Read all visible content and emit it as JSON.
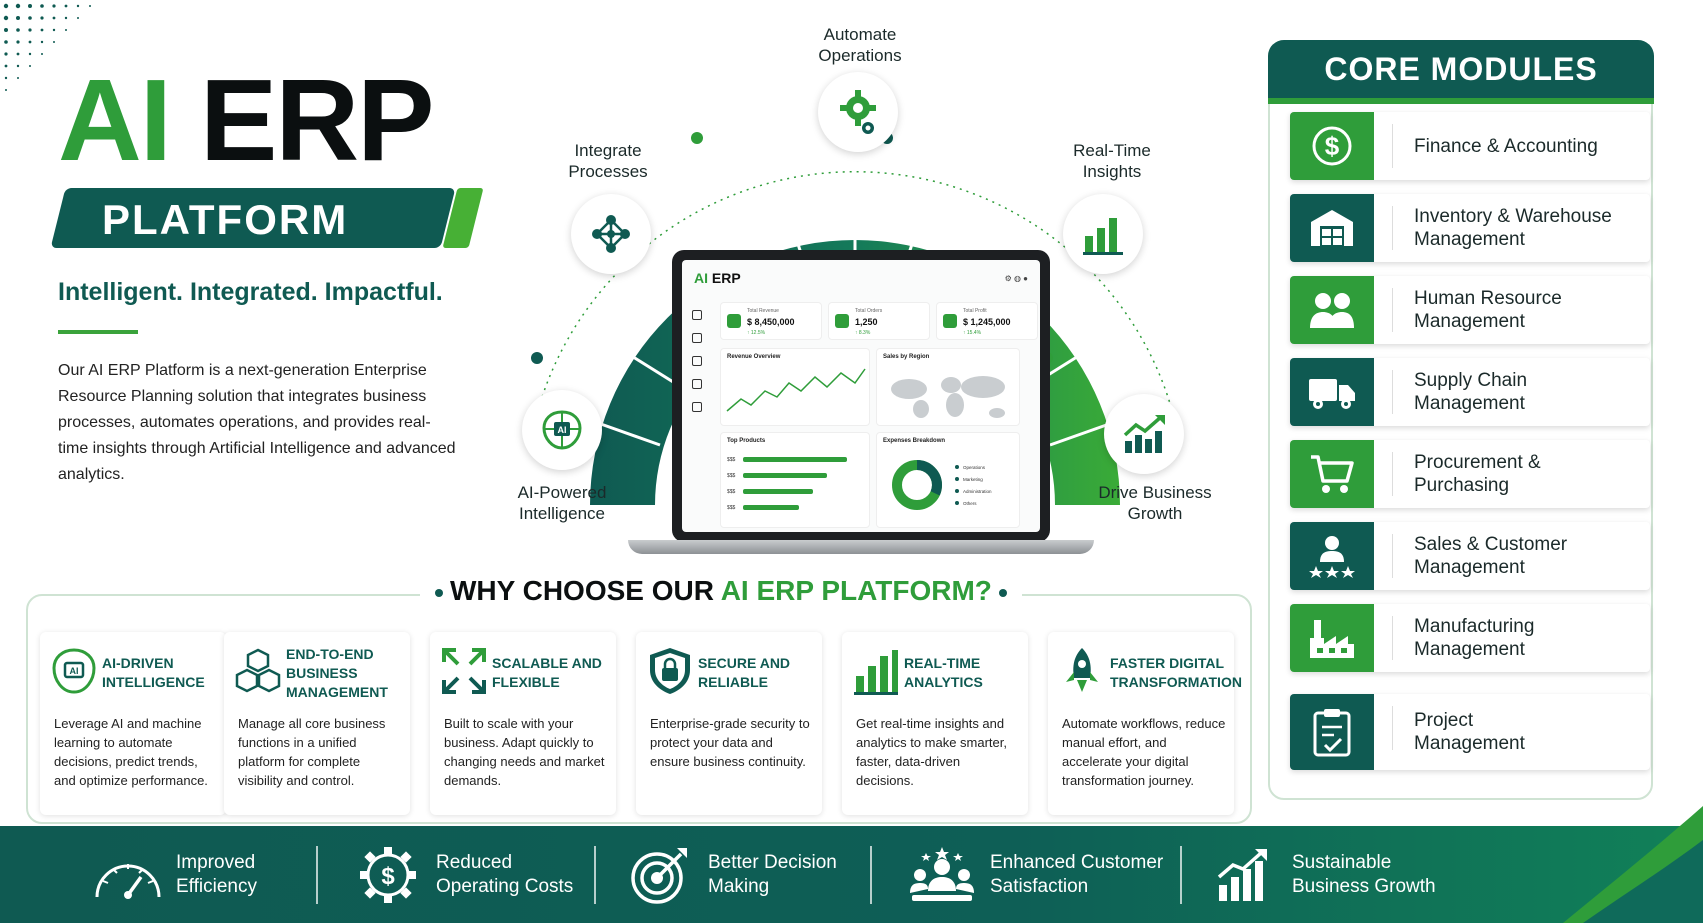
{
  "hero": {
    "title_ai": "AI",
    "title_erp": "ERP",
    "platform": "PLATFORM",
    "tagline": "Intelligent. Integrated. Impactful.",
    "intro": "Our AI ERP Platform is a next-generation Enterprise Resource Planning solution that integrates business processes, automates operations, and provides real-time insights through Artificial Intelligence and advanced analytics."
  },
  "gauge": {
    "nodes": [
      {
        "label": "Automate\nOperations",
        "icon": "gear-icon"
      },
      {
        "label": "Integrate\nProcesses",
        "icon": "network-icon"
      },
      {
        "label": "Real-Time\nInsights",
        "icon": "bar-chart-icon"
      },
      {
        "label": "AI-Powered\nIntelligence",
        "icon": "ai-brain-icon"
      },
      {
        "label": "Drive Business\nGrowth",
        "icon": "growth-chart-icon"
      }
    ]
  },
  "dashboard": {
    "logo_ai": "AI",
    "logo_erp": "ERP",
    "dots": "⚙ ◍ ●",
    "kpis": [
      {
        "label": "Total Revenue",
        "value": "$ 8,450,000",
        "delta": "↑ 12.5%"
      },
      {
        "label": "Total Orders",
        "value": "1,250",
        "delta": "↑ 8.3%"
      },
      {
        "label": "Total Profit",
        "value": "$ 1,245,000",
        "delta": "↑ 15.4%"
      }
    ],
    "panels": {
      "revenue": "Revenue Overview",
      "region": "Sales by Region",
      "products": "Top Products",
      "expenses": "Expenses Breakdown"
    },
    "products": [
      "$$$",
      "$$$",
      "$$$",
      "$$$"
    ],
    "expense_legend": [
      "Operations",
      "Marketing",
      "Administration",
      "Others"
    ]
  },
  "modules": {
    "title": "CORE MODULES",
    "items": [
      {
        "label": "Finance & Accounting",
        "icon": "dollar-icon",
        "color": "#2f9d3a"
      },
      {
        "label": "Inventory & Warehouse\nManagement",
        "icon": "warehouse-icon",
        "color": "#0f5a52"
      },
      {
        "label": "Human Resource\nManagement",
        "icon": "people-icon",
        "color": "#2f9d3a"
      },
      {
        "label": "Supply Chain\nManagement",
        "icon": "truck-icon",
        "color": "#0f5a52"
      },
      {
        "label": "Procurement &\nPurchasing",
        "icon": "cart-icon",
        "color": "#2f9d3a"
      },
      {
        "label": "Sales & Customer\nManagement",
        "icon": "customer-rating-icon",
        "color": "#0f5a52"
      },
      {
        "label": "Manufacturing\nManagement",
        "icon": "factory-icon",
        "color": "#2f9d3a"
      },
      {
        "label": "Project\nManagement",
        "icon": "clipboard-icon",
        "color": "#0f5a52"
      }
    ]
  },
  "why": {
    "title_prefix": "WHY CHOOSE OUR",
    "title_highlight": "AI ERP PLATFORM?",
    "cards": [
      {
        "title": "AI-DRIVEN\nINTELLIGENCE",
        "desc": "Leverage AI and machine learning to automate decisions, predict trends, and optimize performance.",
        "icon": "ai-brain-icon"
      },
      {
        "title": "END-TO-END\nBUSINESS\nMANAGEMENT",
        "desc": "Manage all core business functions in a unified platform for complete visibility and control.",
        "icon": "cubes-icon"
      },
      {
        "title": "SCALABLE AND\nFLEXIBLE",
        "desc": "Built to scale with your business. Adapt quickly to changing needs and market demands.",
        "icon": "expand-arrows-icon"
      },
      {
        "title": "SECURE AND\nRELIABLE",
        "desc": "Enterprise-grade security to protect your data and ensure business continuity.",
        "icon": "shield-lock-icon"
      },
      {
        "title": "REAL-TIME\nANALYTICS",
        "desc": "Get real-time insights and analytics to make smarter, faster, data-driven decisions.",
        "icon": "bar-chart-icon"
      },
      {
        "title": "FASTER DIGITAL\nTRANSFORMATION",
        "desc": "Automate workflows, reduce manual effort, and accelerate your digital transformation journey.",
        "icon": "rocket-icon"
      }
    ]
  },
  "footer": {
    "items": [
      {
        "label": "Improved\nEfficiency",
        "icon": "speedometer-icon"
      },
      {
        "label": "Reduced\nOperating Costs",
        "icon": "dollar-gear-icon"
      },
      {
        "label": "Better Decision\nMaking",
        "icon": "target-icon"
      },
      {
        "label": "Enhanced Customer\nSatisfaction",
        "icon": "customer-stars-icon"
      },
      {
        "label": "Sustainable\nBusiness Growth",
        "icon": "growth-bars-icon"
      }
    ]
  },
  "colors": {
    "green": "#2f9d3a",
    "teal": "#0f5a52",
    "dark": "#0b0f10"
  }
}
